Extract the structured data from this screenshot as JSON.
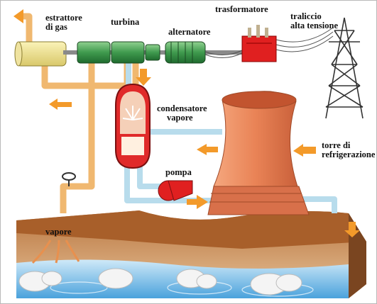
{
  "labels": {
    "estrattore": [
      "estrattore",
      "di gas"
    ],
    "turbina": "turbina",
    "alternatore": "alternatore",
    "trasformatore": "trasformatore",
    "traliccio": [
      "traliccio",
      "alta tensione"
    ],
    "condensatore": [
      "condensatore",
      "vapore"
    ],
    "torre": [
      "torre di",
      "refrigerazione"
    ],
    "pompa": "pompa",
    "vapore": "vapore"
  },
  "colors": {
    "steam_pipe": "#f0b870",
    "water_pipe": "#b8dcec",
    "machinery": "#3f9a4e",
    "tower": "#e07a50",
    "transformer": "#e02020",
    "arrow": "#f39a2a",
    "ground": "#d49a68",
    "water": "#6cb8e4"
  },
  "icons": [
    "flow-arrow-icon",
    "valve-wheel-icon",
    "steam-vent-icon",
    "pylon-icon"
  ]
}
